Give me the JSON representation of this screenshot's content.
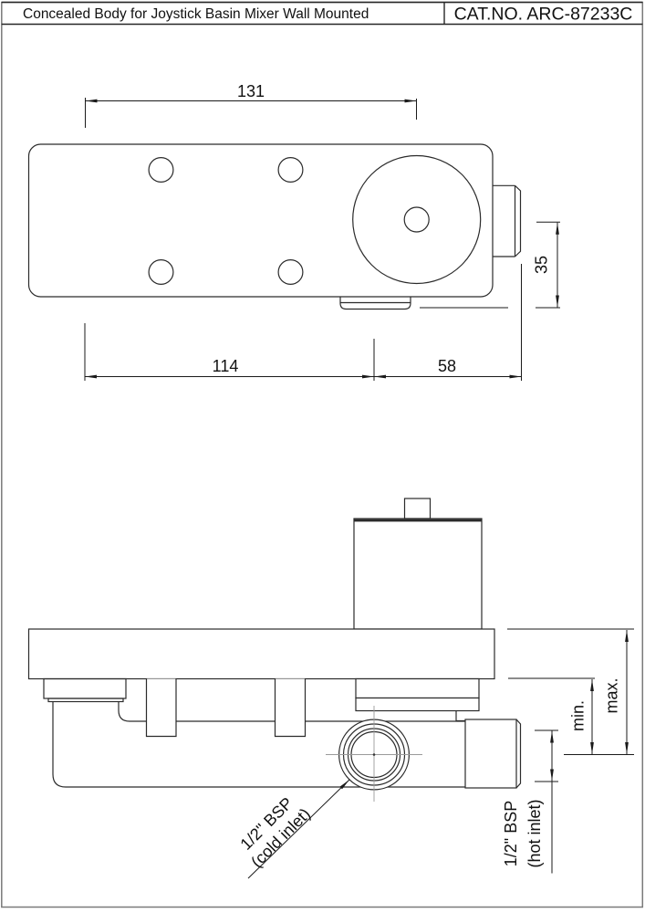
{
  "header": {
    "title": "Concealed Body for Joystick Basin Mixer Wall Mounted",
    "catalog_number": "CAT.NO. ARC-87233C"
  },
  "top_view": {
    "dim_total_width": "131",
    "dim_body_width": "114",
    "dim_outlet_offset": "58",
    "dim_outlet_height": "35"
  },
  "front_view": {
    "dim_min": "min.",
    "dim_max": "max.",
    "cold_inlet_line1": "1/2\" BSP",
    "cold_inlet_line2": "(cold inlet)",
    "hot_inlet_line1": "1/2\" BSP",
    "hot_inlet_line2": "(hot inlet)"
  },
  "colors": {
    "line": "#2b2b2b",
    "dimension": "#1a1a1a",
    "frame": "#7a7a7a",
    "background": "#ffffff"
  }
}
